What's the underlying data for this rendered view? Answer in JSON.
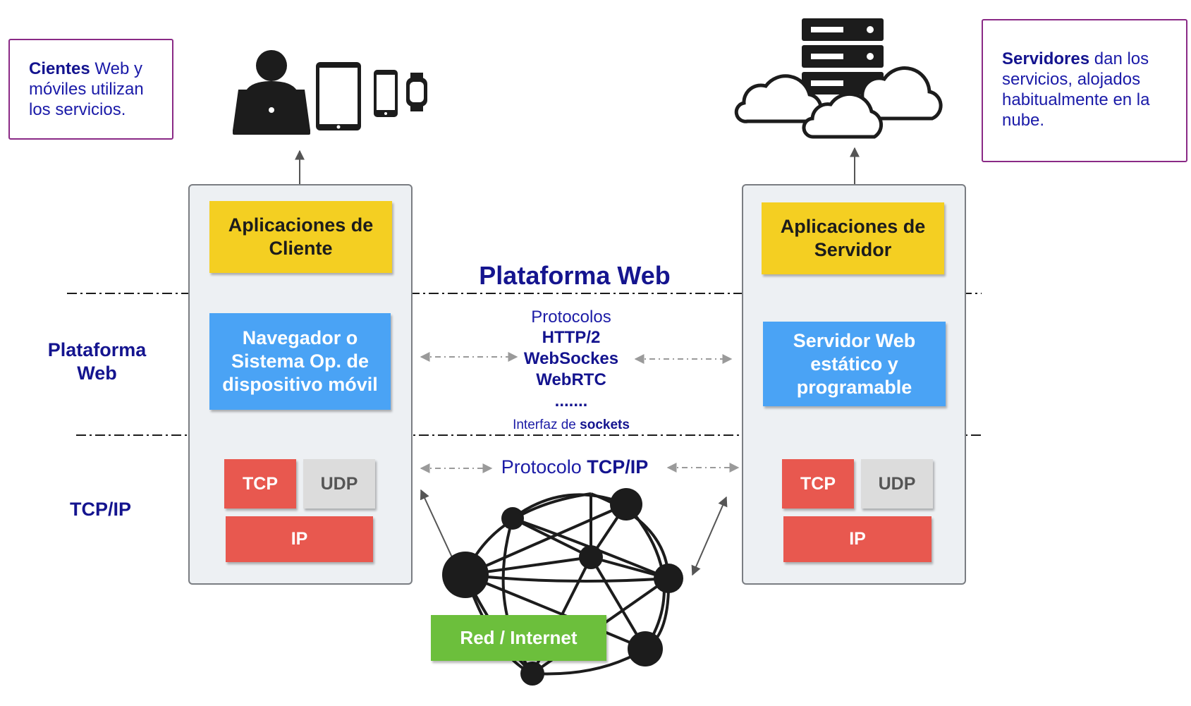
{
  "client_note": {
    "bold": "Cientes",
    "text": " Web y móviles utilizan los servicios."
  },
  "server_note": {
    "bold": "Servidores",
    "text": "  dan los servicios, alojados habitualmente en la nube."
  },
  "client_stack": {
    "app": "Aplicaciones de Cliente",
    "platform": "Navegador o Sistema Op. de dispositivo móvil",
    "tcp": "TCP",
    "udp": "UDP",
    "ip": "IP"
  },
  "server_stack": {
    "app": "Aplicaciones de Servidor",
    "platform": "Servidor Web estático y programable",
    "tcp": "TCP",
    "udp": "UDP",
    "ip": "IP"
  },
  "layer_labels": {
    "platform": "Plataforma Web",
    "tcpip": "TCP/IP"
  },
  "title": "Plataforma Web",
  "protocols": {
    "heading": "Protocolos",
    "items": [
      "HTTP/2",
      "WebSockes",
      "WebRTC",
      "......."
    ],
    "interface_prefix": "Interfaz de ",
    "interface_bold": "sockets"
  },
  "tcpip_protocol": {
    "prefix": "Protocolo ",
    "bold": "TCP/IP"
  },
  "network_label": "Red / Internet",
  "icons": {
    "client": [
      "user-at-laptop-icon",
      "tablet-icon",
      "smartphone-icon",
      "smartwatch-icon"
    ],
    "server": [
      "server-rack-icon",
      "cloud-icon"
    ],
    "network": "network-globe-icon"
  },
  "colors": {
    "app_yellow": "#f4cf22",
    "platform_blue": "#4aa3f5",
    "transport_red": "#e8584f",
    "udp_grey": "#dcdcdc",
    "network_green": "#6cbf3c",
    "text_navy": "#14148f",
    "note_border": "#8a2a86"
  }
}
